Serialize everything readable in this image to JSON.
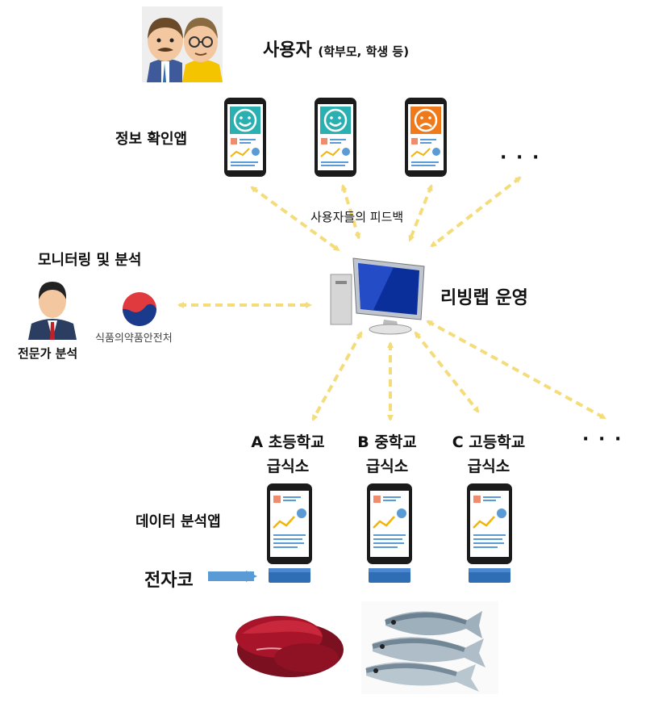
{
  "users_title": "사용자",
  "users_subtitle": "(학부모, 학생 등)",
  "info_app_label": "정보 확인앱",
  "feedback_label": "사용자들의 피드백",
  "monitoring_label": "모니터링 및 분석",
  "expert_label": "전문가 분석",
  "agency_label": "식품의약품안전처",
  "living_lab_label": "리빙랩 운영",
  "ellipsis": "· · ·",
  "schools": [
    {
      "line1": "A 초등학교",
      "line2": "급식소"
    },
    {
      "line1": "B 중학교",
      "line2": "급식소"
    },
    {
      "line1": "C 고등학교",
      "line2": "급식소"
    }
  ],
  "data_app_label": "데이터 분석앱",
  "scale_label": "전자코",
  "colors": {
    "arrow": "#f5dc7a",
    "phone_screen_good": "#2ab0b0",
    "phone_screen_bad": "#f07a1a",
    "scale": "#2f6db5",
    "blue_arrow": "#5b9bd5"
  }
}
